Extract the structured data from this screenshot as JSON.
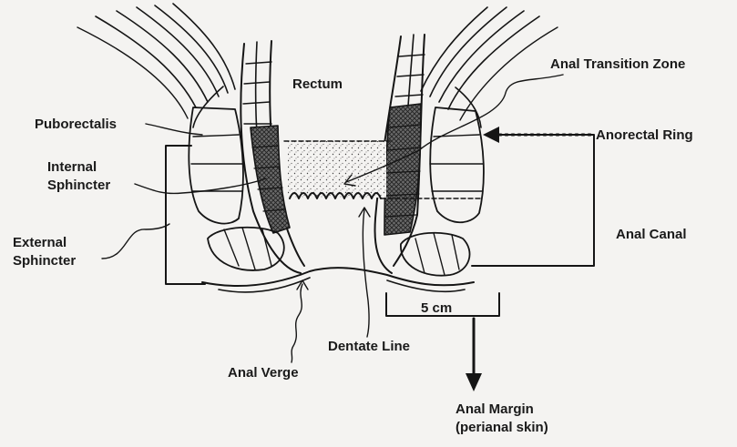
{
  "labels": {
    "rectum": "Rectum",
    "anal_transition_zone": "Anal Transition Zone",
    "puborectalis": "Puborectalis",
    "anorectal_ring": "Anorectal Ring",
    "internal_sphincter_line1": "Internal",
    "internal_sphincter_line2": "Sphincter",
    "external_sphincter_line1": "External",
    "external_sphincter_line2": "Sphincter",
    "anal_canal": "Anal Canal",
    "scale": "5 cm",
    "dentate_line": "Dentate Line",
    "anal_verge": "Anal Verge",
    "anal_margin_line1": "Anal Margin",
    "anal_margin_line2": "(perianal skin)"
  },
  "colors": {
    "ink": "#151515",
    "paper": "#f4f3f1",
    "hatch_fill": "#555555",
    "stipple": "#444444"
  }
}
